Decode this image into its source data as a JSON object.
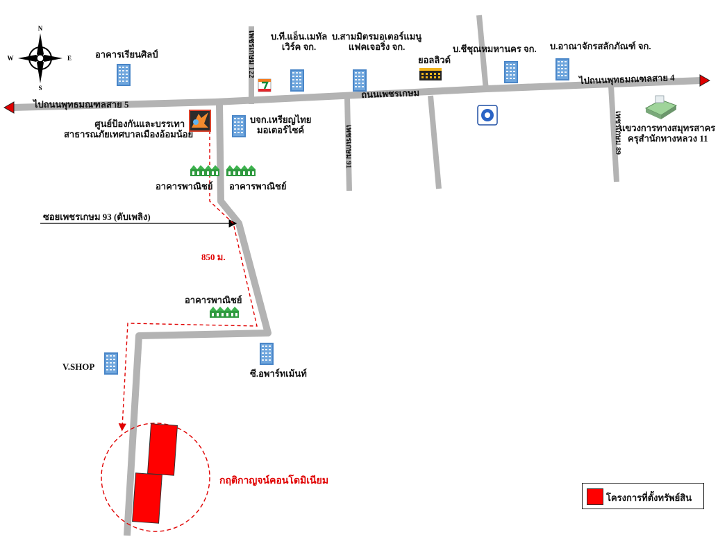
{
  "compass": {
    "n": "N",
    "s": "S",
    "e": "E",
    "w": "W"
  },
  "roads": {
    "main_road": "ถนนเพชรเกษม",
    "to_west": "ไปถนนพุทธมณฑลสาย 5",
    "to_east": "ไปถนนพุทธมณฑลสาย 4",
    "soi_122": "เพชรเกษม 122",
    "soi_91": "เพชรเกษม 91",
    "soi_89": "เพชรเกษม 89",
    "soi_93": "ซอยเพชรเกษม 93 (ดับเพลิง)"
  },
  "places": {
    "riansilp": "อาคารเรียนศิลป์",
    "tp_lin_metal_1": "บ.ที.แอ็น.เมทัล",
    "tp_lin_metal_2": "เวิร์ค จก.",
    "sammitr_1": "บ.สามมิตรมอเตอร์แมนู",
    "sammitr_2": "แฟคเจอริ่ง จก.",
    "mall": "ยอลลิวด์",
    "cheechuan": "บ.ชีชุณหมหานคร จก.",
    "anachak": "บ.อาณาจักรสลักภัณฑ์ จก.",
    "fire_center_1": "ศูนย์ป้องกันและบรรเทา",
    "fire_center_2": "สาธารณภัยเทศบาลเมืองอ้อมน้อย",
    "riangthai_1": "บจก.เหรียญไทย",
    "riangthai_2": "มอเตอร์ไซค์",
    "highway_1": "แขวงการทางสมุทรสาคร",
    "highway_2": "ครุสำนักทางหลวง 11",
    "commercial_1": "อาคารพาณิชย์",
    "commercial_2": "อาคารพาณิชย์",
    "commercial_3": "อาคารพาณิชย์",
    "distance": "850 ม.",
    "vshop": "V.SHOP",
    "apartment": "ซี.อพาร์ทเม้นท์",
    "project": "กฤติกาญจน์คอนโดมิเนียม"
  },
  "legend": {
    "label": "โครงการที่ตั้งทรัพย์สิน",
    "color": "#ff0000"
  },
  "colors": {
    "road": "#b3b3b3",
    "route": "#e00000",
    "building": "#4a86c8",
    "shophouse": "#2f9a3f"
  }
}
